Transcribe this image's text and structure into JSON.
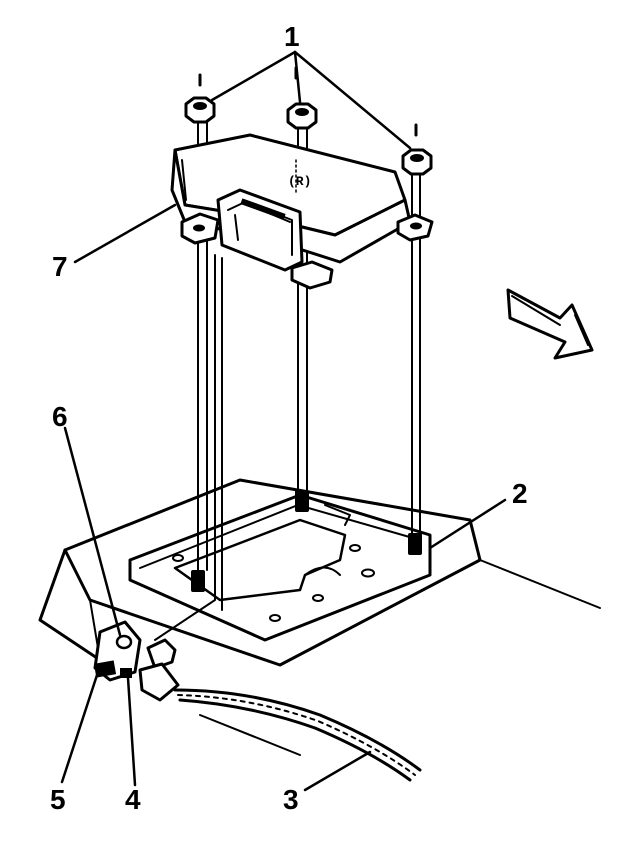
{
  "callouts": {
    "c1": "1",
    "c2": "2",
    "c3": "3",
    "c4": "4",
    "c5": "5",
    "c6": "6",
    "c7": "7"
  },
  "module_marking": "(R)",
  "colors": {
    "line": "#000000",
    "background": "#ffffff"
  }
}
